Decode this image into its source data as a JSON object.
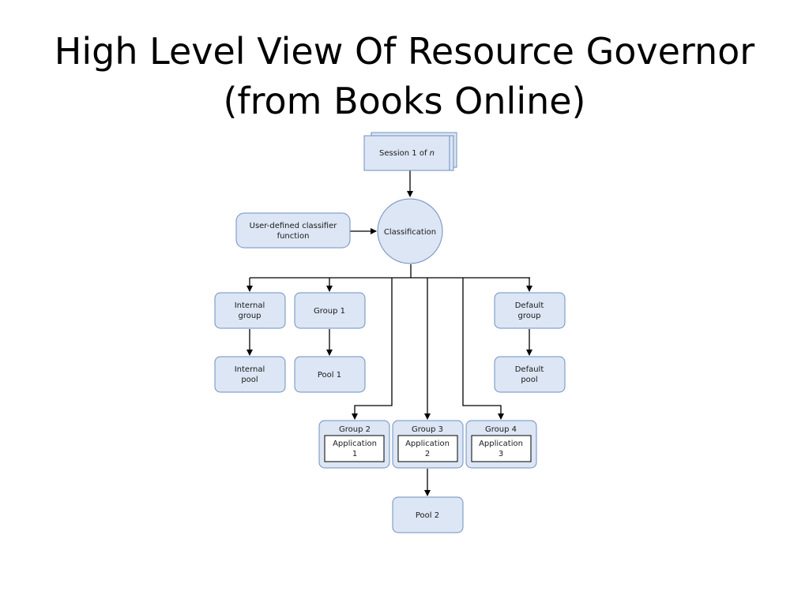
{
  "title": {
    "line1": "High Level View Of Resource Governor",
    "line2": "(from Books Online)"
  },
  "colors": {
    "node_fill": "#dce6f4",
    "node_stroke": "#6f8fbf",
    "line": "#000000",
    "inner_box_fill": "#ffffff"
  },
  "diagram": {
    "session": {
      "prefix": "Session 1 of ",
      "italic": "n"
    },
    "classifier": {
      "line1": "User-defined classifier",
      "line2": "function"
    },
    "classification": "Classification",
    "internal_group": {
      "line1": "Internal",
      "line2": "group"
    },
    "group1": "Group 1",
    "default_group": {
      "line1": "Default",
      "line2": "group"
    },
    "internal_pool": {
      "line1": "Internal",
      "line2": "pool"
    },
    "pool1": "Pool 1",
    "default_pool": {
      "line1": "Default",
      "line2": "pool"
    },
    "group2": {
      "title": "Group 2",
      "app_line1": "Application",
      "app_line2": "1"
    },
    "group3": {
      "title": "Group 3",
      "app_line1": "Application",
      "app_line2": "2"
    },
    "group4": {
      "title": "Group 4",
      "app_line1": "Application",
      "app_line2": "3"
    },
    "pool2": "Pool 2"
  }
}
